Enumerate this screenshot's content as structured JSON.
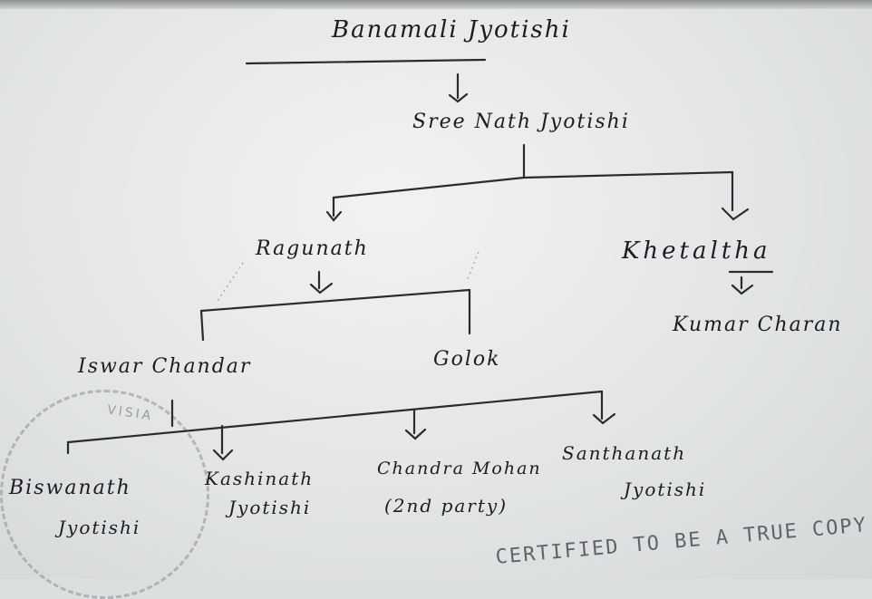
{
  "document": {
    "root": "Banamali Jyotishi",
    "gen2": "Sree Nath Jyotishi",
    "gen3": [
      "Ragunath",
      "Khetaltha"
    ],
    "gen4_right": "Kumar Charan",
    "gen4_left": [
      "Iswar Chandar",
      "Golok"
    ],
    "gen5": [
      "Biswanath",
      "Jyotishi",
      "Kashinath",
      "Jyotishi",
      "Chandra Mohan",
      "(2nd party)",
      "Santhanath",
      "Jyotishi"
    ],
    "stamp_text": "VISIA",
    "certified_stamp": "CERTIFIED TO BE A TRUE COPY"
  }
}
